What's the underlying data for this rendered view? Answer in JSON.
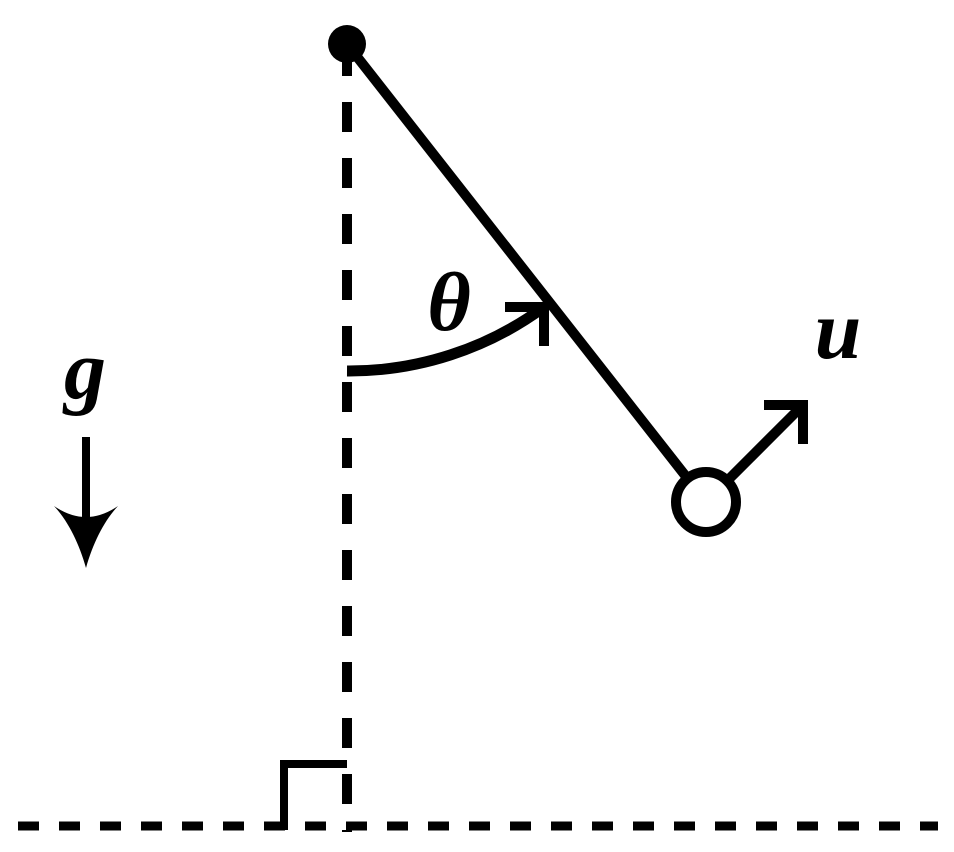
{
  "colors": {
    "ink": "#000000",
    "background": "#ffffff"
  },
  "labels": {
    "angle": "θ",
    "initial_velocity": "u",
    "gravity": "g"
  }
}
